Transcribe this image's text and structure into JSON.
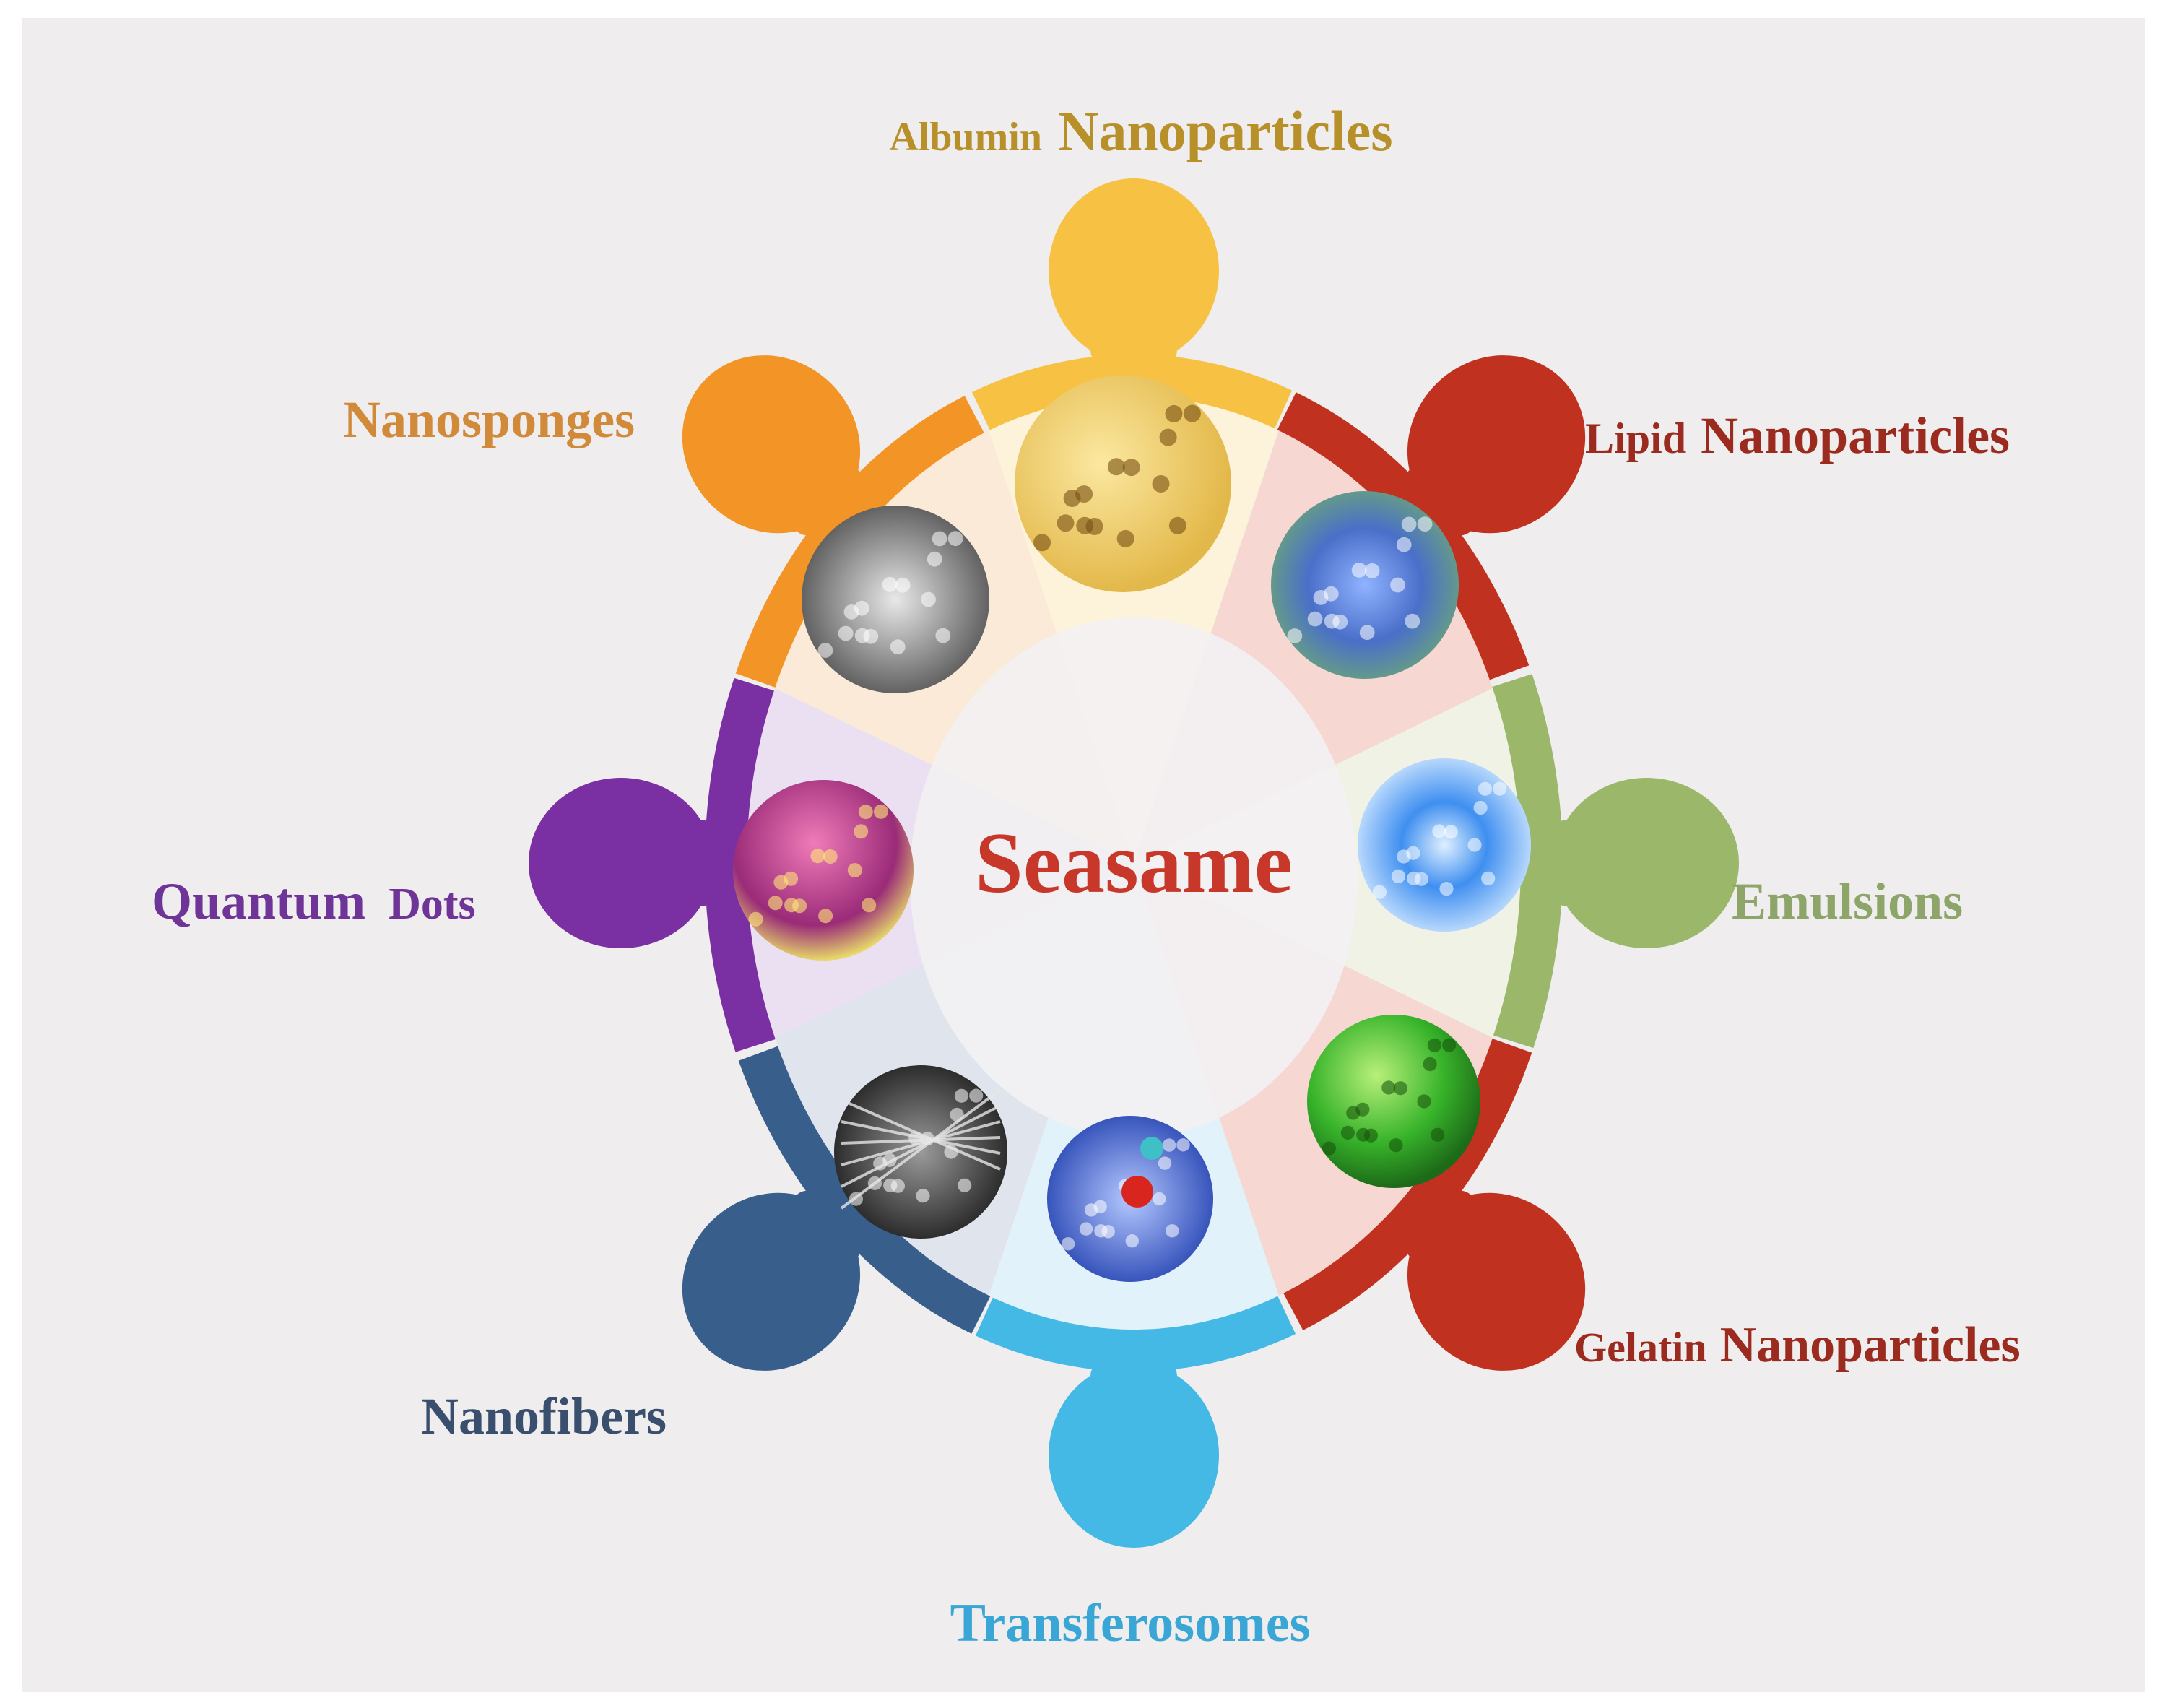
{
  "center": {
    "text": "Seasame",
    "color": "#c8382a"
  },
  "background": {
    "panel": "#efedee",
    "page": "#ffffff"
  },
  "segments": [
    {
      "id": "albumin",
      "label_prefix": "Albumin",
      "label_main": "Nanoparticles",
      "color": "#f7c244",
      "text_color": "#b7902a",
      "fill": "#fff3d6",
      "art": "dots-yellow"
    },
    {
      "id": "lipid",
      "label_prefix": "Lipid",
      "label_main": "Nanoparticles",
      "color": "#c0321f",
      "text_color": "#9b2b1f",
      "fill": "#f7d2cc",
      "art": "micelle-blue"
    },
    {
      "id": "emulsions",
      "label_prefix": "",
      "label_main": "Emulsions",
      "color": "#9bb86a",
      "text_color": "#8ea56a",
      "fill": "#eef2e3",
      "art": "swirl-blue"
    },
    {
      "id": "gelatin",
      "label_prefix": "Gelatin",
      "label_main": "Nanoparticles",
      "color": "#c0321f",
      "text_color": "#9b2b1f",
      "fill": "#f7d2cc",
      "art": "cluster-green"
    },
    {
      "id": "transferosomes",
      "label_prefix": "",
      "label_main": "Transferosomes",
      "color": "#45b9e6",
      "text_color": "#3aa6d6",
      "fill": "#dff2fb",
      "art": "vesicle-blue"
    },
    {
      "id": "nanofibers",
      "label_prefix": "",
      "label_main": "Nanofibers",
      "color": "#385e8c",
      "text_color": "#3a4f6e",
      "fill": "#dde3ec",
      "art": "fibers-grey"
    },
    {
      "id": "quantum",
      "label_prefix": "Quantum",
      "label_main": "Dots",
      "color": "#7a2fa3",
      "text_color": "#6f3497",
      "fill": "#eadcf2",
      "art": "sphere-pink"
    },
    {
      "id": "nanosponges",
      "label_prefix": "",
      "label_main": "Nanosponges",
      "color": "#f29526",
      "text_color": "#d1893a",
      "fill": "#fbe9d2",
      "art": "sem-grey"
    }
  ]
}
